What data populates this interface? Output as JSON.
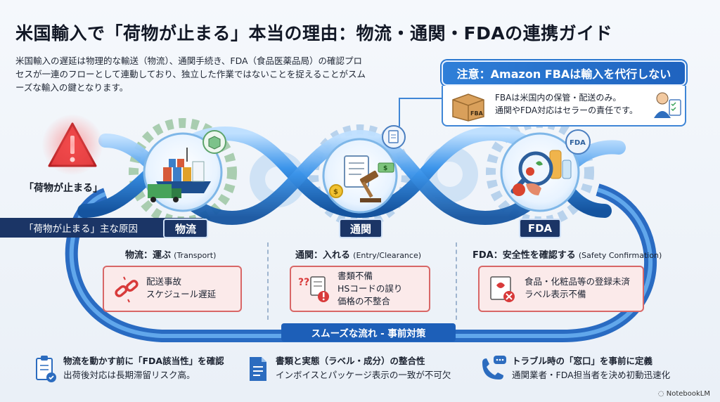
{
  "title": "米国輸入で「荷物が止まる」本当の理由：物流・通関・FDAの連携ガイド",
  "intro": "米国輸入の遅延は物理的な輸送（物流）、通関手続き、FDA（食品医薬品局）の確認プロセスが一連のフローとして連動しており、独立した作業ではないことを捉えることがスムーズな輸入の鍵となります。",
  "notice": {
    "heading": "注意：Amazon FBAは輸入を代行しない",
    "line1": "FBAは米国内の保管・配送のみ。",
    "line2": "通関やFDA対応はセラーの責任です。"
  },
  "warning": {
    "label": "「荷物が止まる」",
    "causes_bar": "「荷物が止まる」主な原因"
  },
  "stages": [
    {
      "tag": "物流",
      "sub_jp": "物流：運ぶ",
      "sub_en": "(Transport)",
      "cause_line1": "配送事故",
      "cause_line2": "スケジュール遅延"
    },
    {
      "tag": "通関",
      "sub_jp": "通関：入れる",
      "sub_en": "(Entry/Clearance)",
      "cause_line1": "書類不備",
      "cause_line2": "HSコードの誤り",
      "cause_line3": "価格の不整合"
    },
    {
      "tag": "FDA",
      "sub_jp": "FDA：安全性を確認する",
      "sub_en": "(Safety Confirmation)",
      "cause_line1": "食品・化粧品等の登録未済",
      "cause_line2": "ラベル表示不備"
    }
  ],
  "smooth_bar": "スムーズな流れ - 事前対策",
  "tips": [
    {
      "line1": "物流を動かす前に「FDA該当性」を確認",
      "line2": "出荷後対応は長期滞留リスク高。"
    },
    {
      "line1": "書類と実態（ラベル・成分）の整合性",
      "line2": "インボイスとパッケージ表示の一致が不可欠"
    },
    {
      "line1": "トラブル時の「窓口」を事前に定義",
      "line2": "通関業者・FDA担当者を決め初動迅速化"
    }
  ],
  "brand": "NotebookLM",
  "badges": {
    "fda_text": "FDA",
    "box_text": "FBA"
  },
  "colors": {
    "accent_blue": "#1d5fb8",
    "navy": "#1b3566",
    "alert_red": "#d83a3a",
    "cause_bg": "#fbeaea",
    "flow_blue": "#2f86e0"
  }
}
